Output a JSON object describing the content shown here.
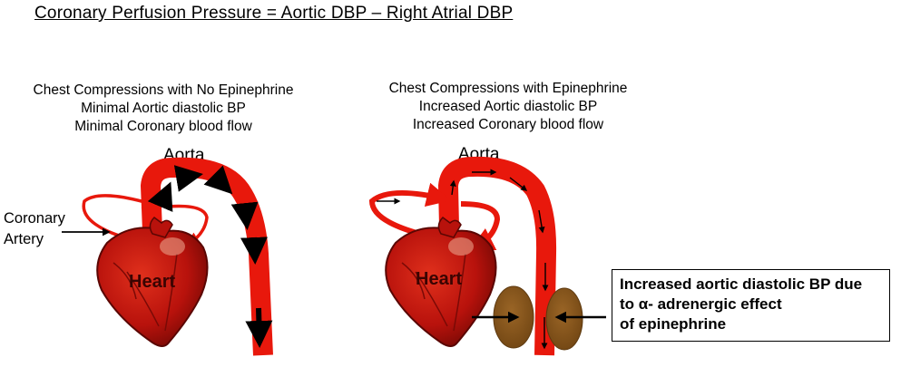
{
  "title": "Coronary Perfusion Pressure   = Aortic DBP – Right Atrial DBP",
  "left_panel": {
    "caption_lines": [
      "Chest Compressions with No Epinephrine",
      "Minimal Aortic diastolic BP",
      "Minimal Coronary blood flow"
    ],
    "aorta_label": "Aorta",
    "heart_label": "Heart",
    "coronary_label_lines": [
      "Coronary",
      "Artery"
    ]
  },
  "right_panel": {
    "caption_lines": [
      "Chest Compressions with Epinephrine",
      "Increased Aortic diastolic BP",
      "Increased Coronary blood flow"
    ],
    "aorta_label": "Aorta",
    "heart_label": "Heart"
  },
  "annotation": {
    "lines": [
      "Increased aortic diastolic BP due",
      "to α- adrenergic effect",
      "of epinephrine"
    ]
  },
  "colors": {
    "aorta_red": "#e8180c",
    "heart_red": "#c0140e",
    "heart_dark": "#7a0a06",
    "constriction_brown": "#8b5a1e",
    "arrow_black": "#000000"
  }
}
